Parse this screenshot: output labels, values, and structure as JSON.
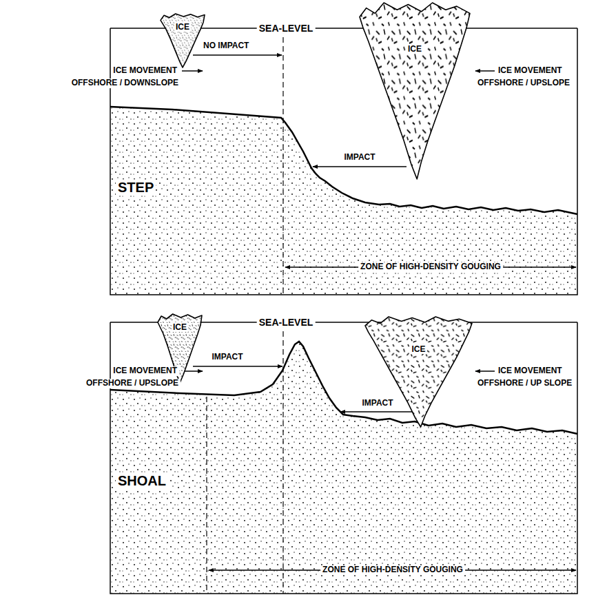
{
  "diagram": {
    "nodes": [
      {
        "text": [
          "ICE"
        ]
      },
      {
        "text": [
          "ICE"
        ]
      },
      {
        "text": [
          "ICE"
        ]
      },
      {
        "text": [
          "ICE"
        ]
      }
    ],
    "labels": [
      "SEA-LEVEL",
      "ICE MOVEMENT",
      "OFFSHORE / DOWNSLOPE",
      "NO IMPACT",
      "ICE MOVEMENT",
      "OFFSHORE / UPSLOPE",
      "IMPACT",
      "STEP",
      "ZONE OF HIGH-DENSITY GOUGING",
      "SEA-LEVEL",
      "ICE MOVEMENT",
      "OFFSHORE / UPSLOPE",
      "IMPACT",
      "ICE MOVEMENT",
      "OFFSHORE / UP SLOPE",
      "IMPACT",
      "SHOAL",
      "ZONE OF HIGH-DENSITY GOUGING"
    ]
  }
}
